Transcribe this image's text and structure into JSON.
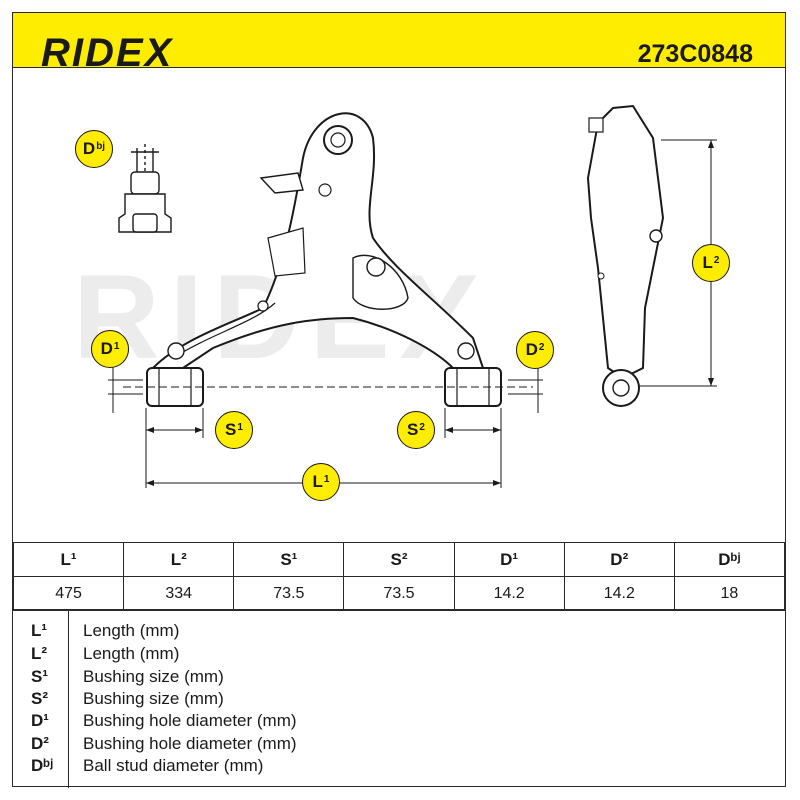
{
  "header": {
    "brand": "RIDEX",
    "part_number": "273C0848",
    "color": "#ffed00"
  },
  "watermark": "RIDEX",
  "badges": {
    "dbj": "D",
    "dbj_sup": "bj",
    "d1": "D",
    "d1_sup": "1",
    "d2": "D",
    "d2_sup": "2",
    "s1": "S",
    "s1_sup": "1",
    "s2": "S",
    "s2_sup": "2",
    "l1": "L",
    "l1_sup": "1",
    "l2": "L",
    "l2_sup": "2"
  },
  "table": {
    "headers": [
      "L¹",
      "L²",
      "S¹",
      "S²",
      "D¹",
      "D²",
      "Dᵇʲ"
    ],
    "values": [
      "475",
      "334",
      "73.5",
      "73.5",
      "14.2",
      "14.2",
      "18"
    ]
  },
  "legend": [
    {
      "key": "L¹",
      "desc": "Length (mm)"
    },
    {
      "key": "L²",
      "desc": "Length (mm)"
    },
    {
      "key": "S¹",
      "desc": "Bushing size (mm)"
    },
    {
      "key": "S²",
      "desc": "Bushing size (mm)"
    },
    {
      "key": "D¹",
      "desc": "Bushing hole diameter (mm)"
    },
    {
      "key": "D²",
      "desc": "Bushing hole diameter (mm)"
    },
    {
      "key": "Dᵇʲ",
      "desc": "Ball stud diameter (mm)"
    }
  ]
}
